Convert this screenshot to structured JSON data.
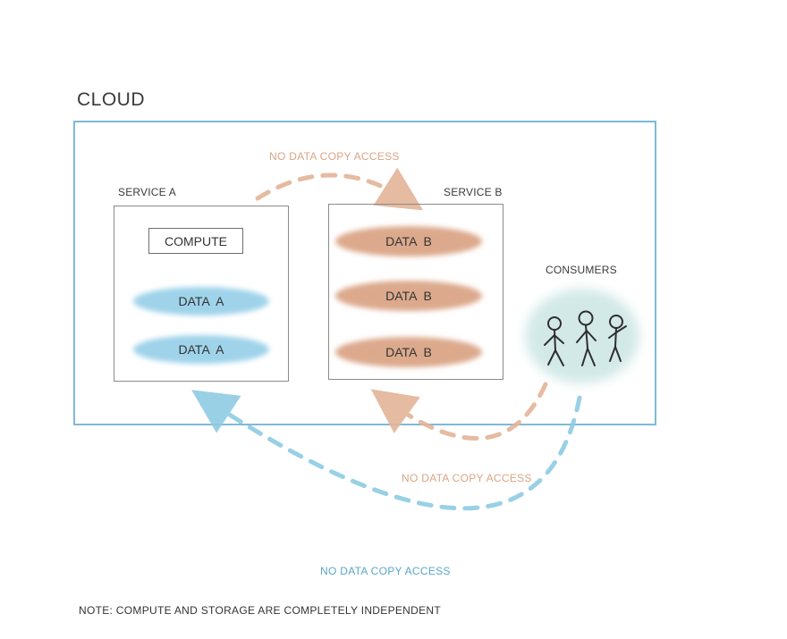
{
  "cloud": {
    "title": "CLOUD"
  },
  "service_a": {
    "label": "SERVICE A",
    "compute_label": "COMPUTE",
    "data_items": [
      "DATA  A",
      "DATA  A"
    ]
  },
  "service_b": {
    "label": "SERVICE B",
    "data_items": [
      "DATA  B",
      "DATA  B",
      "DATA  B"
    ]
  },
  "consumers": {
    "label": "CONSUMERS"
  },
  "arrows": {
    "top_label": "NO DATA COPY ACCESS",
    "middle_label": "NO DATA COPY ACCESS",
    "bottom_label": "NO DATA COPY ACCESS"
  },
  "footer": {
    "note": "NOTE: COMPUTE AND STORAGE ARE COMPLETELY INDEPENDENT"
  },
  "colors": {
    "cloud_border": "#7fb9d6",
    "data_a": "#9fd3ea",
    "data_b": "#dca98c",
    "consumers_bg": "#d3e9e8",
    "arrow_blue": "#8fcbe3",
    "arrow_orange": "#e3b497",
    "label_orange": "#d9a584",
    "label_blue": "#5aa6c8"
  }
}
